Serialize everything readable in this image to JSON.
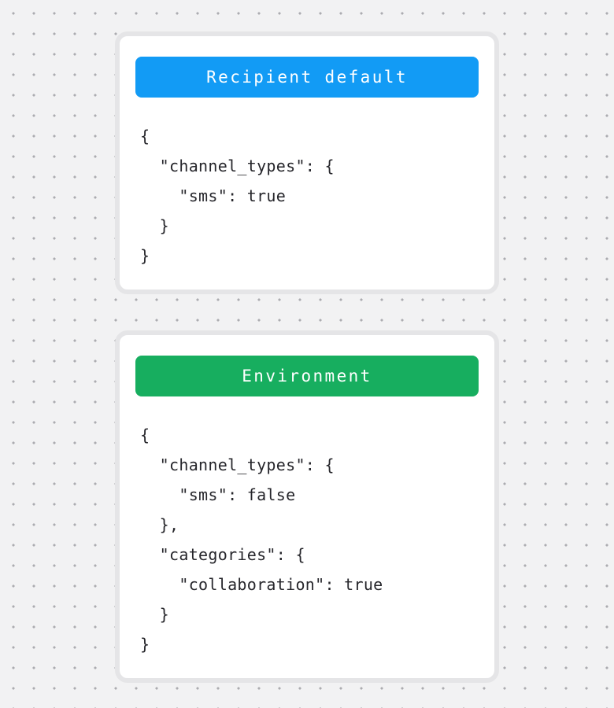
{
  "page": {
    "background_color": "#F2F2F3",
    "dot_color": "#ACACB0",
    "card_border_color": "#E5E5E7",
    "card_background": "#FFFFFF",
    "code_text_color": "#26262B"
  },
  "cards": [
    {
      "title": "Recipient default",
      "title_background": "#129BF5",
      "title_text_color": "#FFFFFF",
      "code": "{\n  \"channel_types\": {\n    \"sms\": true\n  }\n}"
    },
    {
      "title": "Environment",
      "title_background": "#17AE5F",
      "title_text_color": "#FFFFFF",
      "code": "{\n  \"channel_types\": {\n    \"sms\": false\n  },\n  \"categories\": {\n    \"collaboration\": true\n  }\n}"
    }
  ]
}
